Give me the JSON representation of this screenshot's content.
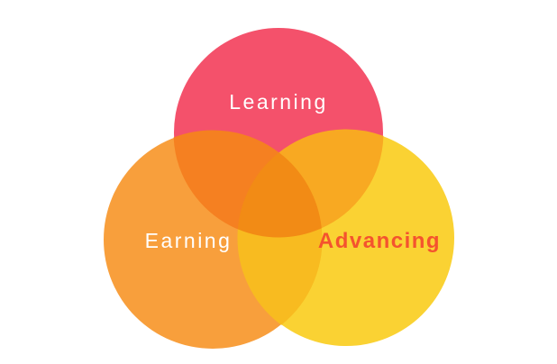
{
  "diagram": {
    "type": "venn",
    "background_color": "#ffffff",
    "sets": [
      {
        "id": "learning",
        "label": "Learning",
        "color": "#f4516b",
        "label_color": "#ffffff"
      },
      {
        "id": "earning",
        "label": "Earning",
        "color": "#f89f3c",
        "label_color": "#ffffff"
      },
      {
        "id": "advancing",
        "label": "Advancing",
        "color": "#fad233",
        "label_color": "#f4532e"
      }
    ],
    "overlaps": {
      "learning_earning": "#f58021",
      "learning_advancing": "#f8a922",
      "earning_advancing": "#f8bb20",
      "center": "#f28b15"
    }
  }
}
